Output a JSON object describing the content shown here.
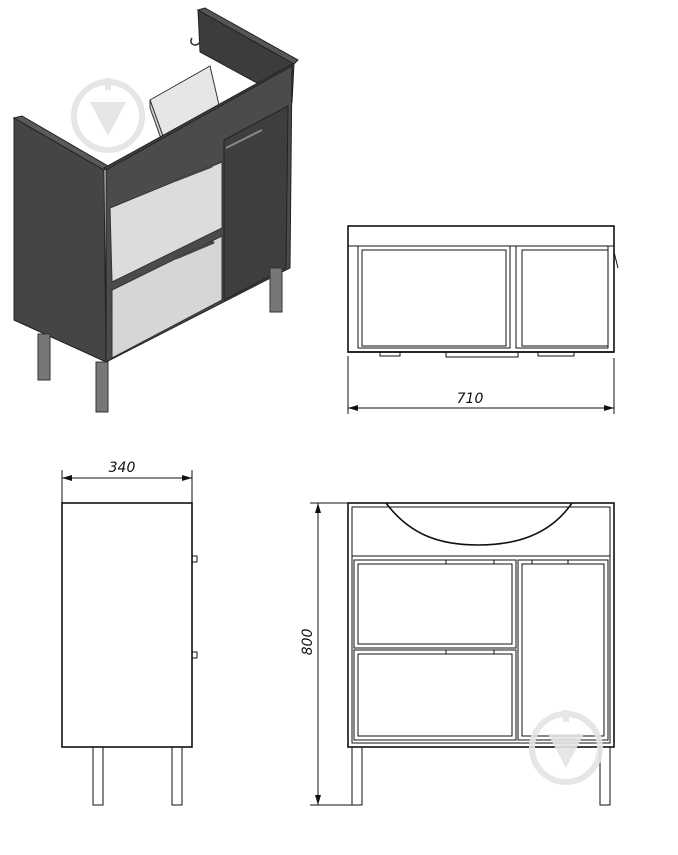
{
  "dimensions": {
    "width": "710",
    "depth": "340",
    "height": "800"
  },
  "colors": {
    "cabinet_body": "#4a4a4a",
    "cabinet_dark": "#3a3a3a",
    "drawer_front": "#dcdcdc",
    "legs": "#7a7a7a",
    "line": "#111111",
    "watermark": "#e4e4e4"
  },
  "icons": {
    "watermark": "brand-drop-logo-icon"
  }
}
